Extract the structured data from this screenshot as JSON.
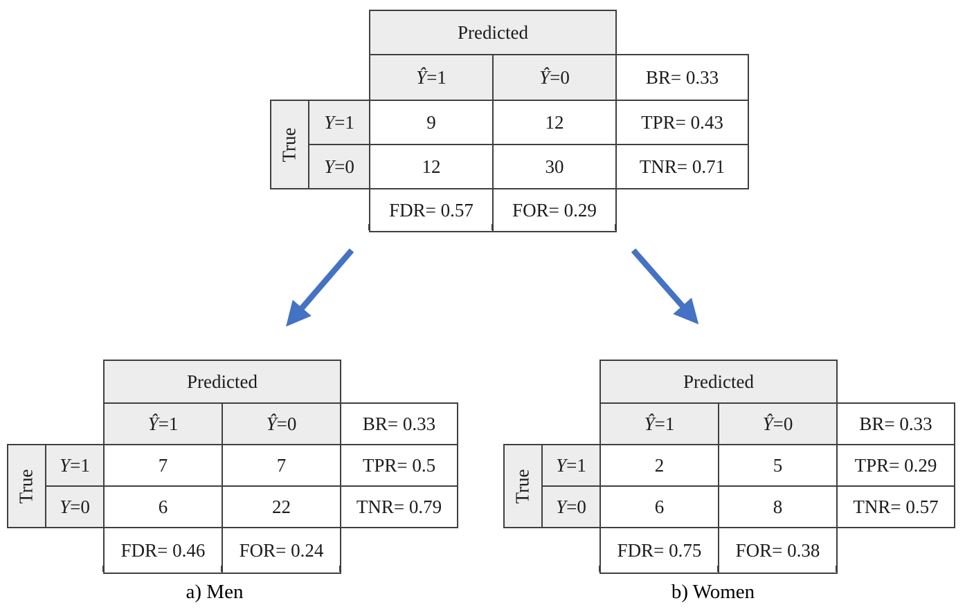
{
  "figure": {
    "labels": {
      "predicted": "Predicted",
      "true": "True",
      "yhat": "Ŷ",
      "y": "Y",
      "eq1": "=1",
      "eq0": "=0"
    },
    "overall": {
      "tp": "9",
      "fn": "12",
      "fp": "12",
      "tn": "30",
      "br": "BR= 0.33",
      "tpr": "TPR= 0.43",
      "tnr": "TNR= 0.71",
      "fdr": "FDR= 0.57",
      "for": "FOR= 0.29"
    },
    "men": {
      "caption": "a) Men",
      "tp": "7",
      "fn": "7",
      "fp": "6",
      "tn": "22",
      "br": "BR= 0.33",
      "tpr": "TPR= 0.5",
      "tnr": "TNR= 0.79",
      "fdr": "FDR= 0.46",
      "for": "FOR= 0.24"
    },
    "women": {
      "caption": "b) Women",
      "tp": "2",
      "fn": "5",
      "fp": "6",
      "tn": "8",
      "br": "BR= 0.33",
      "tpr": "TPR= 0.29",
      "tnr": "TNR= 0.57",
      "fdr": "FDR= 0.75",
      "for": "FOR= 0.38"
    },
    "colors": {
      "arrow_blue": "#4472C4",
      "header_gray": "#EDEDED",
      "border_gray": "#3F3F3F"
    }
  }
}
